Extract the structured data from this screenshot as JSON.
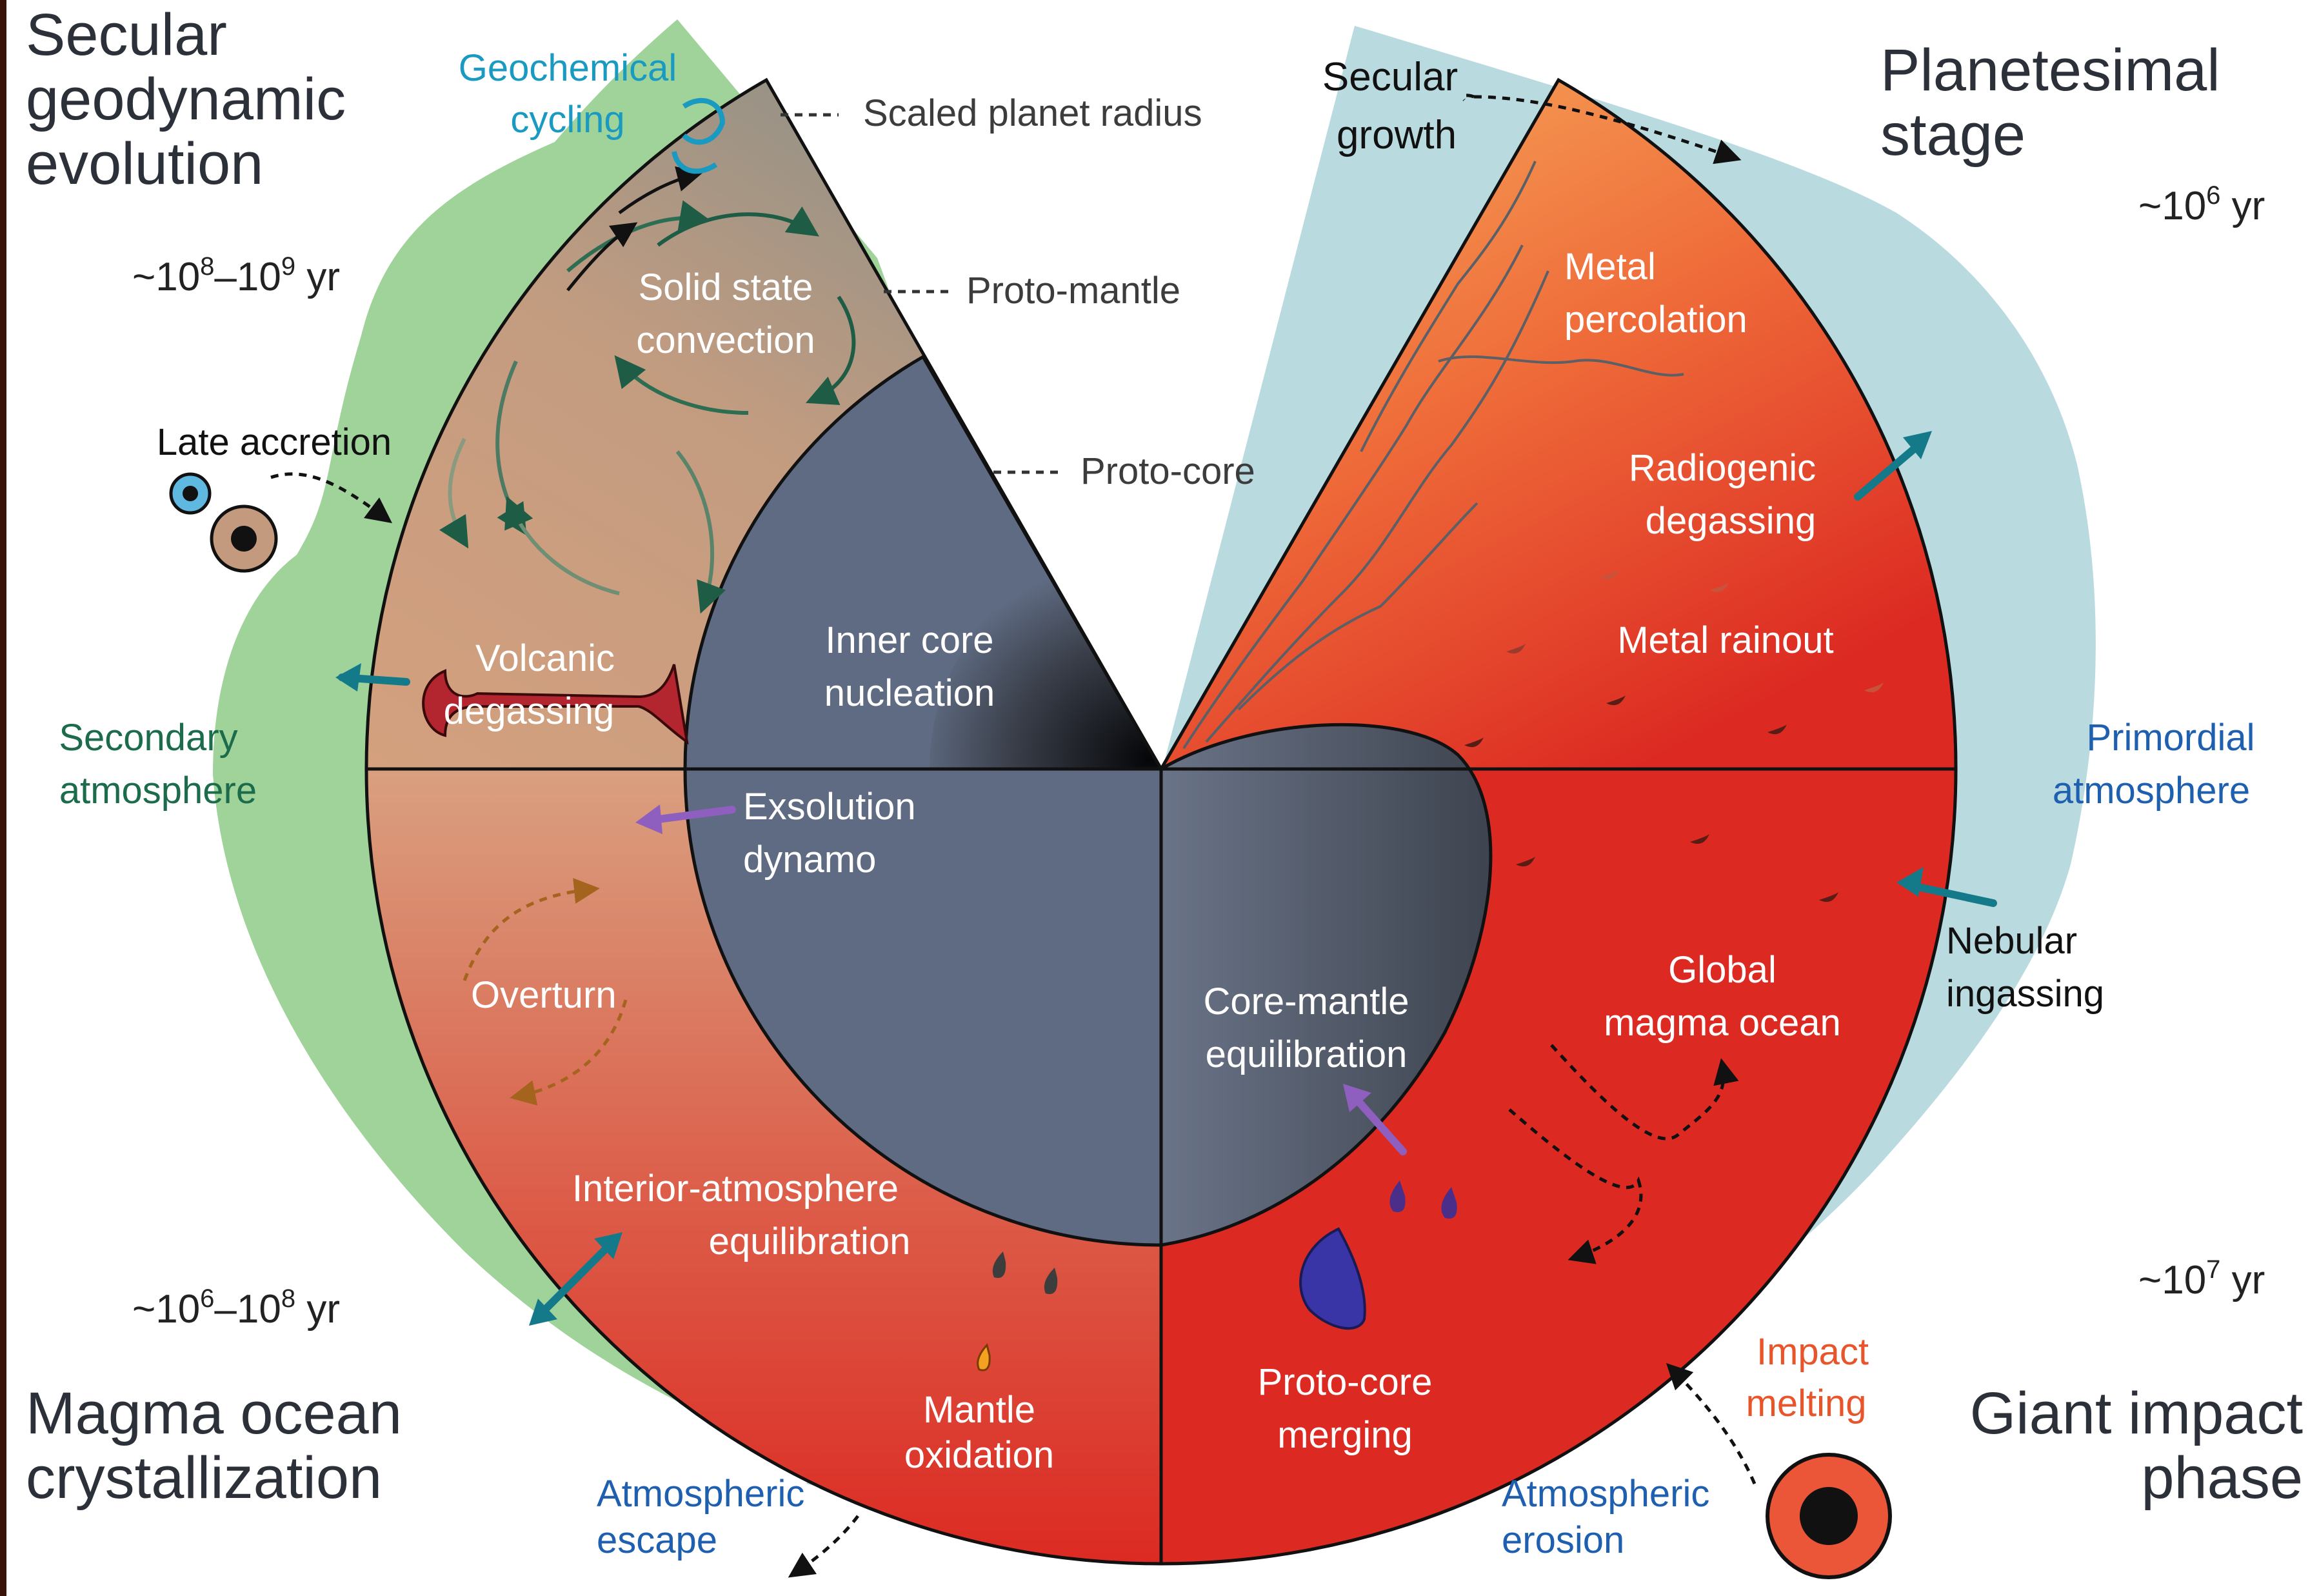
{
  "quadrants": {
    "top_left": "Secular geodynamic evolution",
    "top_right": "Planetesimal stage",
    "bottom_right": "Giant impact phase",
    "bottom_left": "Magma ocean crystallization"
  },
  "timescales": {
    "top_left_mantissa": "~10",
    "top_left_exp1": "8",
    "top_left_mid": "–10",
    "top_left_exp2": "9",
    "top_left_unit": " yr",
    "top_right_mantissa": "~10",
    "top_right_exp": "6",
    "top_right_unit": " yr",
    "bottom_left_mantissa": "~10",
    "bottom_left_exp1": "6",
    "bottom_left_mid": "–10",
    "bottom_left_exp2": "8",
    "bottom_left_unit": " yr",
    "bottom_right_mantissa": "~10",
    "bottom_right_exp": "7",
    "bottom_right_unit": " yr"
  },
  "callouts": {
    "scaled_planet_radius": "Scaled planet radius",
    "proto_mantle": "Proto-mantle",
    "proto_core": "Proto-core"
  },
  "process_labels": {
    "geochemical_cycling": "Geochemical cycling",
    "secular_growth": "Secular growth",
    "solid_state_convection": "Solid state convection",
    "late_accretion": "Late accretion",
    "volcanic_degassing": "Volcanic degassing",
    "secondary_atmosphere": "Secondary atmosphere",
    "inner_core_nucleation": "Inner core nucleation",
    "exsolution_dynamo": "Exsolution dynamo",
    "overturn": "Overturn",
    "interior_atmosphere_equilibration": "Interior-atmosphere equilibration",
    "mantle_oxidation": "Mantle oxidation",
    "atmospheric_escape": "Atmospheric escape",
    "metal_percolation": "Metal percolation",
    "radiogenic_degassing": "Radiogenic degassing",
    "metal_rainout": "Metal rainout",
    "primordial_atmosphere": "Primordial atmosphere",
    "nebular_ingassing": "Nebular ingassing",
    "global_magma_ocean": "Global magma ocean",
    "core_mantle_equilibration": "Core-mantle equilibration",
    "proto_core_merging": "Proto-core merging",
    "impact_melting": "Impact melting",
    "atmospheric_erosion": "Atmospheric erosion"
  },
  "colors": {
    "secondary_atmosphere_green": "#9fd39a",
    "primordial_atmosphere_blue": "#b9dbe0",
    "core_slate": "#5f6b82",
    "magma_red": "#dc2a22",
    "planetesimal_orange": "#f7a95a",
    "mantle_tan": "#cf9b78",
    "label_blue": "#1a9ac0",
    "label_darkblue": "#1f5fb0",
    "label_green": "#1c6b4a",
    "label_orange": "#e8552b"
  }
}
